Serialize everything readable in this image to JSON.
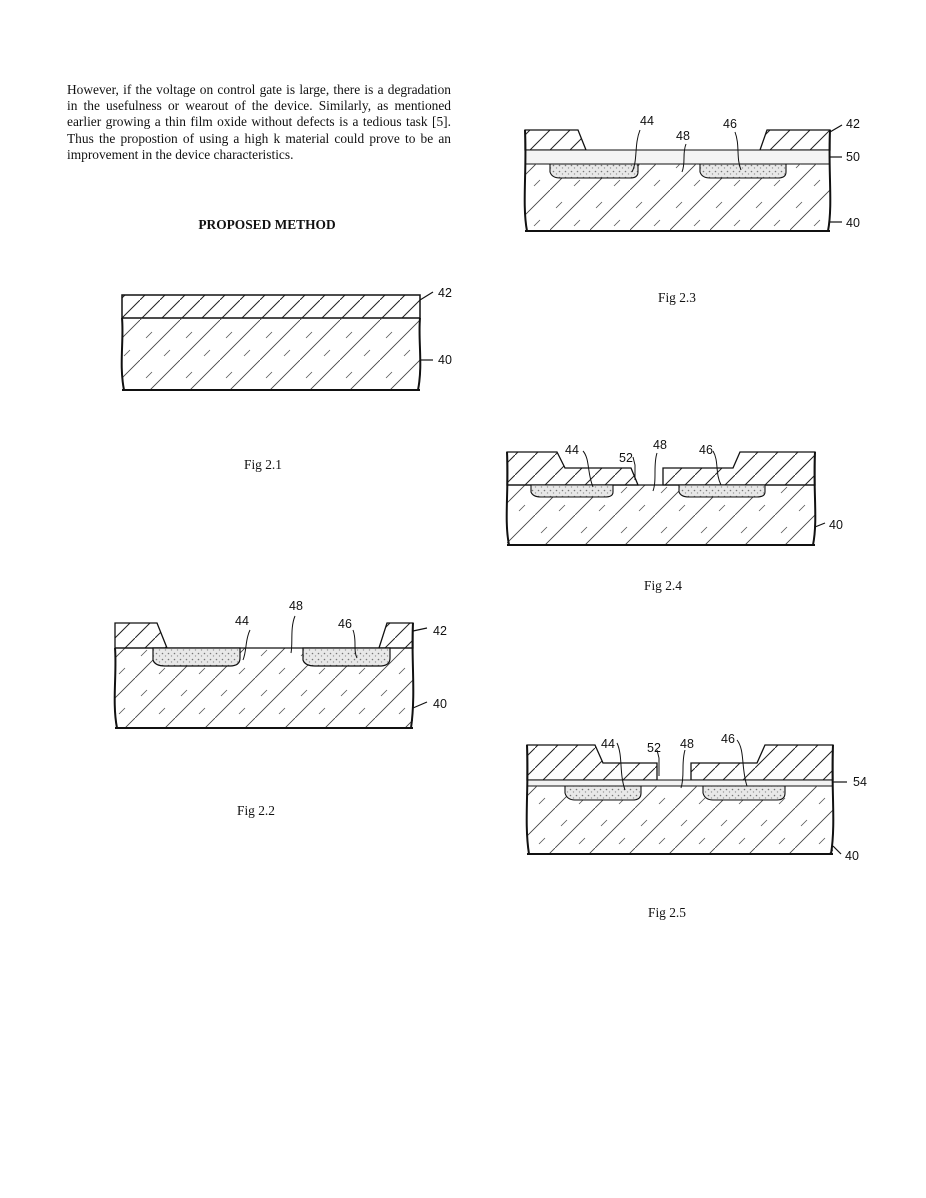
{
  "paragraph": "However, if the voltage on control gate is large, there is a degradation in the usefulness or wearout of the device. Similarly, as mentioned earlier growing a thin film oxide without defects is a tedious task [5]. Thus the propostion of using a high k material could prove to be an improvement in the device characteristics.",
  "section_heading": "PROPOSED METHOD",
  "figures": [
    {
      "caption": "Fig 2.1",
      "labels": {
        "mask": "42",
        "substrate": "40"
      }
    },
    {
      "caption": "Fig 2.2",
      "labels": {
        "left_region": "44",
        "channel": "48",
        "right_region": "46",
        "mask": "42",
        "substrate": "40"
      }
    },
    {
      "caption": "Fig 2.3",
      "labels": {
        "left_region": "44",
        "channel": "48",
        "right_region": "46",
        "mask": "42",
        "thin_layer": "50",
        "substrate": "40"
      }
    },
    {
      "caption": "Fig 2.4",
      "labels": {
        "left_region": "44",
        "gap": "52",
        "channel": "48",
        "right_region": "46",
        "substrate": "40"
      }
    },
    {
      "caption": "Fig 2.5",
      "labels": {
        "left_region": "44",
        "gap": "52",
        "channel": "48",
        "right_region": "46",
        "layer": "54",
        "substrate": "40"
      }
    }
  ],
  "colors": {
    "ink": "#111111",
    "stipple": "#b9b9b9"
  }
}
